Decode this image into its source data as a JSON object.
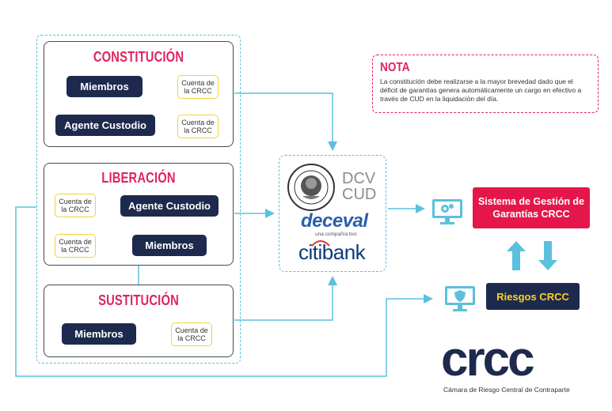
{
  "constitucion": {
    "title": "CONSTITUCIÓN",
    "miembros": "Miembros",
    "cuenta1": "Cuenta de la CRCC",
    "agente": "Agente Custodio",
    "cuenta2": "Cuenta de la CRCC"
  },
  "liberacion": {
    "title": "LIBERACIÓN",
    "cuenta1": "Cuenta de la CRCC",
    "agente": "Agente Custodio",
    "cuenta2": "Cuenta de la CRCC",
    "miembros": "Miembros"
  },
  "sustitucion": {
    "title": "SUSTITUCIÓN",
    "miembros": "Miembros",
    "cuenta": "Cuenta de la CRCC"
  },
  "custodians": {
    "dcv_line1": "DCV",
    "dcv_line2": "CUD",
    "deceval": "deceval",
    "deceval_sub": "una compañía bvc",
    "citibank": "citibank"
  },
  "nota": {
    "title": "NOTA",
    "text": "La constitución debe realizarse a la mayor brevedad dado que el déficit de garantías genera automáticamente un cargo en efectivo a través de CUD en la liquidación del día."
  },
  "sistema": "Sistema de Gestión de Garantías CRCC",
  "riesgos": "Riesgos CRCC",
  "logo": {
    "name": "crcc",
    "subtitle": "Cámara de Riesgo Central de Contraparte"
  },
  "colors": {
    "navy": "#1d2a4d",
    "pink": "#e0245e",
    "red_box": "#e5174a",
    "cyan": "#5bc0de",
    "yellow": "#f2d23a",
    "gold_text": "#ffd21a"
  }
}
